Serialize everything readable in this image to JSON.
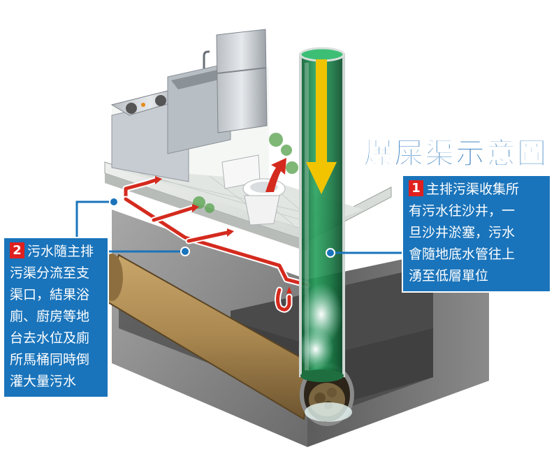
{
  "title": "爆屎渠示意圖",
  "callout_1": {
    "number": "1",
    "lines": [
      "主排污渠收集所",
      "有污水往沙井，一",
      "旦沙井淤塞，污水",
      "會隨地底水管往上",
      "湧至低層單位"
    ]
  },
  "callout_2": {
    "number": "2",
    "lines": [
      "污水隨主排",
      "污渠分流至支",
      "渠口，結果浴",
      "廁、廚房等地",
      "台去水位及廁",
      "所馬桶同時倒",
      "灌大量污水"
    ]
  },
  "colors": {
    "callout_blue": "#1a74bb",
    "number_red": "#e0201e",
    "title_blue": "#1d6fb8",
    "pipe_red": "#d42a1e",
    "shaft_green": "#1e8a4e",
    "arrow_yellow": "#f2c400"
  }
}
